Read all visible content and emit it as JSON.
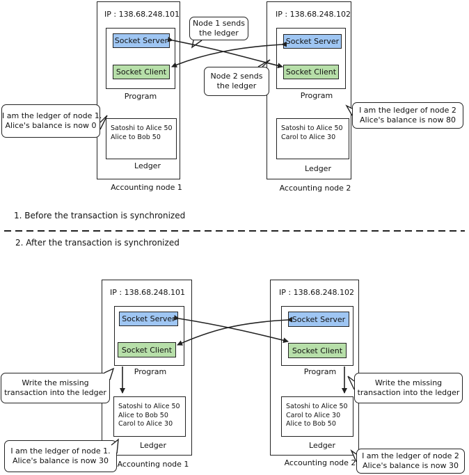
{
  "top": {
    "node1": {
      "ip": "IP : 138.68.248.101",
      "socket_server": "Socket Server",
      "socket_client": "Socket Client",
      "program_label": "Program",
      "ledger_entries": [
        "Satoshi to Alice 50",
        "Alice to Bob 50"
      ],
      "ledger_label": "Ledger",
      "caption": "Accounting node 1"
    },
    "node2": {
      "ip": "IP : 138.68.248.102",
      "socket_server": "Socket Server",
      "socket_client": "Socket Client",
      "program_label": "Program",
      "ledger_entries": [
        "Satoshi to Alice 50",
        "Carol to Alice 30"
      ],
      "ledger_label": "Ledger",
      "caption": "Accounting node 2"
    },
    "bubble_send1": [
      "Node 1 sends",
      "the ledger"
    ],
    "bubble_send2": [
      "Node 2 sends",
      "the ledger"
    ],
    "bubble_ledger1": [
      "I am the ledger of node 1.",
      "Alice's balance is now 0"
    ],
    "bubble_ledger2": [
      "I am the ledger of node 2",
      "Alice's balance is now 80"
    ]
  },
  "section_before": "1. Before the transaction is synchronized",
  "section_after": "2. After the transaction is synchronized",
  "bottom": {
    "node1": {
      "ip": "IP : 138.68.248.101",
      "socket_server": "Socket Server",
      "socket_client": "Socket Client",
      "program_label": "Program",
      "ledger_entries": [
        "Satoshi to Alice 50",
        "Alice to Bob 50",
        "Carol to Alice 30"
      ],
      "ledger_label": "Ledger",
      "caption": "Accounting node 1"
    },
    "node2": {
      "ip": "IP : 138.68.248.102",
      "socket_server": "Socket Server",
      "socket_client": "Socket Client",
      "program_label": "Program",
      "ledger_entries": [
        "Satoshi to Alice 50",
        "Carol to Alice 30",
        "Alice to Bob 50"
      ],
      "ledger_label": "Ledger",
      "caption": "Accounting node 2"
    },
    "bubble_write1": [
      "Write the missing",
      "transaction into the ledger"
    ],
    "bubble_write2": [
      "Write the missing",
      "transaction into the ledger"
    ],
    "bubble_ledger1": [
      "I am the ledger of node 1.",
      "Alice's balance is now 30"
    ],
    "bubble_ledger2": [
      "I am the ledger of node 2",
      "Alice's balance is now 30"
    ]
  },
  "colors": {
    "socket_server": "#9fc6f3",
    "socket_client": "#b7dfa9",
    "line": "#222222"
  }
}
